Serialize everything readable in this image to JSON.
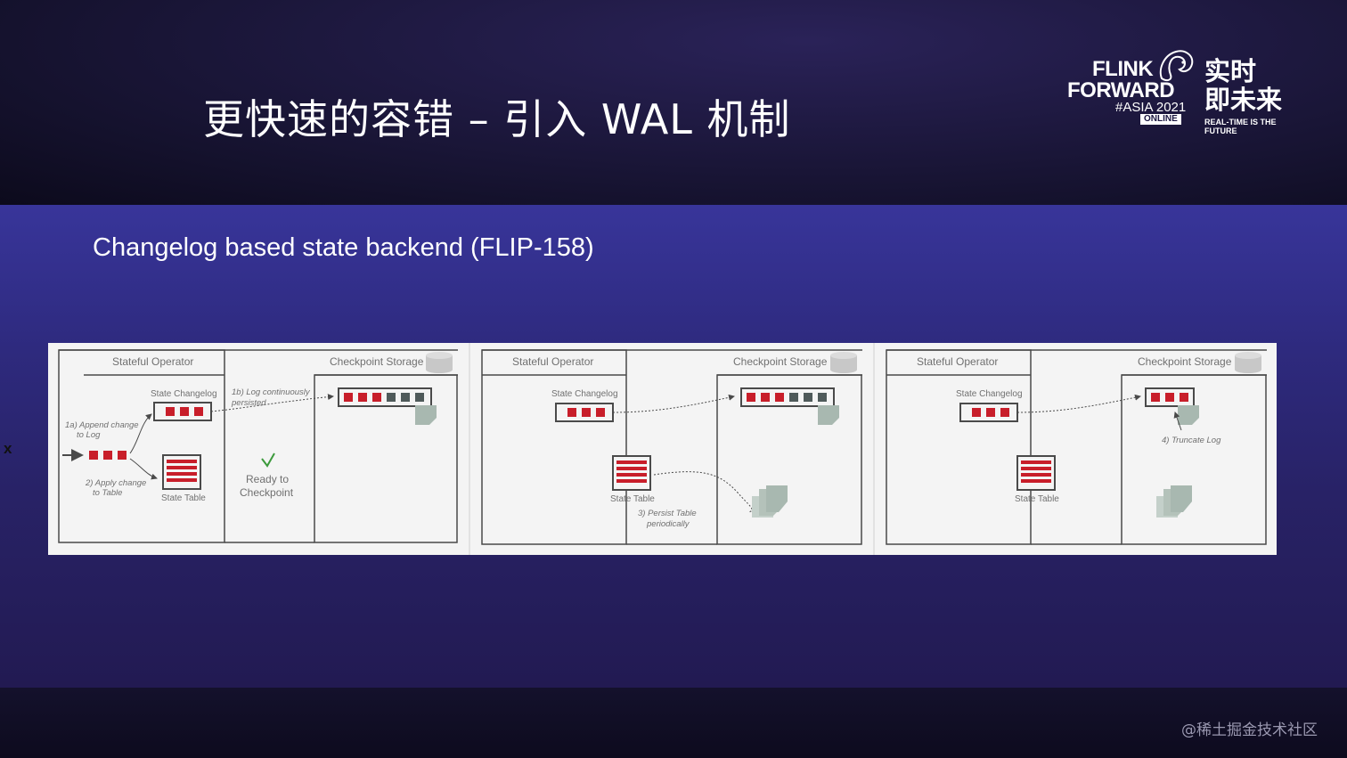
{
  "slide": {
    "title": "更快速的容错 – 引入 WAL 机制",
    "subtitle": "Changelog based state backend (FLIP-158)",
    "side_mark": "x",
    "watermark": "@稀土掘金技术社区"
  },
  "logo": {
    "line1": "FLINK",
    "line2": "FORWARD",
    "line3": "#ASIA 2021",
    "badge": "ONLINE",
    "cn_line1": "实时",
    "cn_line2": "即未来",
    "tagline": "REAL-TIME IS THE FUTURE",
    "icon": "squirrel-icon"
  },
  "diagram": {
    "panel1": {
      "operator_label": "Stateful Operator",
      "storage_label": "Checkpoint Storage",
      "changelog_label": "State Changelog",
      "table_label": "State Table",
      "step_1a_line1": "1a) Append change",
      "step_1a_line2": "to Log",
      "step_1b_line1": "1b) Log continuously",
      "step_1b_line2": "persisted",
      "step_2_line1": "2) Apply change",
      "step_2_line2": "to Table",
      "ready_line1": "Ready to",
      "ready_line2": "Checkpoint"
    },
    "panel2": {
      "operator_label": "Stateful Operator",
      "storage_label": "Checkpoint Storage",
      "changelog_label": "State Changelog",
      "table_label": "State Table",
      "step_3_line1": "3) Persist Table",
      "step_3_line2": "periodically"
    },
    "panel3": {
      "operator_label": "Stateful Operator",
      "storage_label": "Checkpoint Storage",
      "changelog_label": "State Changelog",
      "table_label": "State Table",
      "step_4": "4) Truncate Log"
    },
    "colors": {
      "red": "#c81e2a",
      "gray": "#4f5a5a",
      "line": "#4a4a4a",
      "label": "#707070",
      "doc": "#a8b8b0",
      "check": "#3c9a3c"
    }
  }
}
